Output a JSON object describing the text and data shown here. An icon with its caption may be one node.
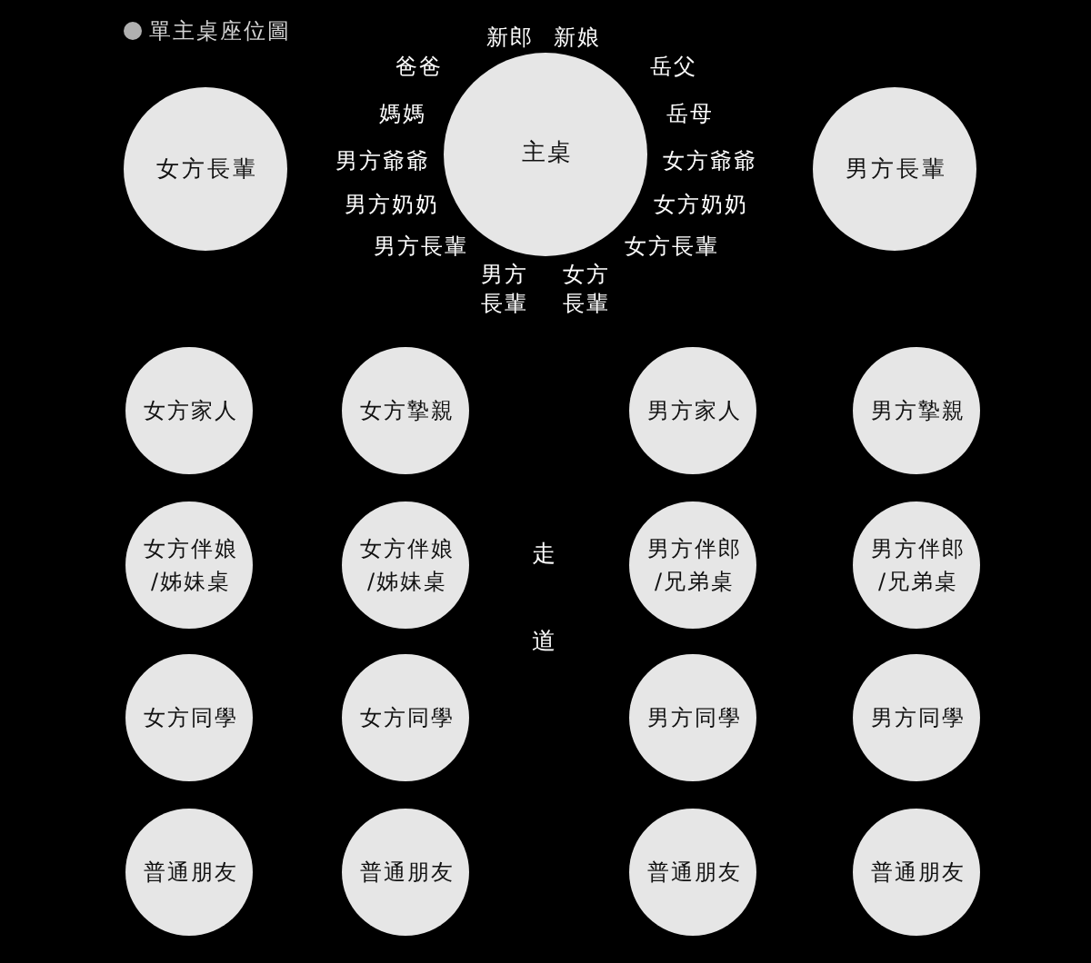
{
  "diagram": {
    "title": "單主桌座位圖",
    "nodes": [
      {
        "text": [
          "女方長輩"
        ]
      },
      {
        "text": [
          "主桌"
        ],
        "beside": [
          "新郎",
          "新娘",
          "爸爸",
          "岳父",
          "媽媽",
          "岳母",
          "男方爺爺",
          "女方爺爺",
          "男方奶奶",
          "女方奶奶",
          "男方長輩",
          "女方長輩",
          "男方長輩",
          "女方長輩"
        ]
      },
      {
        "text": [
          "男方長輩"
        ]
      },
      {
        "text": [
          "女方家人"
        ]
      },
      {
        "text": [
          "女方摯親"
        ]
      },
      {
        "text": [
          "男方家人"
        ]
      },
      {
        "text": [
          "男方摯親"
        ]
      },
      {
        "text": [
          "女方伴娘/姊妹桌"
        ]
      },
      {
        "text": [
          "女方伴娘/姊妹桌"
        ]
      },
      {
        "text": [
          "男方伴郎/兄弟桌"
        ]
      },
      {
        "text": [
          "男方伴郎/兄弟桌"
        ]
      },
      {
        "text": [
          "女方同學"
        ]
      },
      {
        "text": [
          "女方同學"
        ]
      },
      {
        "text": [
          "男方同學"
        ]
      },
      {
        "text": [
          "男方同學"
        ]
      },
      {
        "text": [
          "普通朋友"
        ]
      },
      {
        "text": [
          "普通朋友"
        ]
      },
      {
        "text": [
          "普通朋友"
        ]
      },
      {
        "text": [
          "普通朋友"
        ]
      }
    ],
    "labels": [
      "走道"
    ]
  }
}
